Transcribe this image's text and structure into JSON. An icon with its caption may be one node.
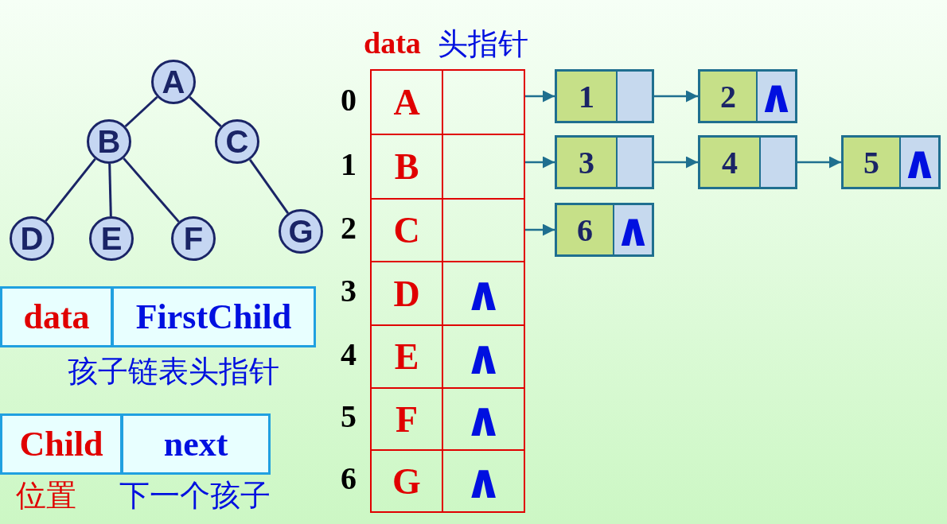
{
  "diagram": {
    "nodes": [
      {
        "text": [
          "A"
        ]
      },
      {
        "text": [
          "B"
        ]
      },
      {
        "text": [
          "C"
        ]
      },
      {
        "text": [
          "D"
        ]
      },
      {
        "text": [
          "E"
        ]
      },
      {
        "text": [
          "F"
        ]
      },
      {
        "text": [
          "G"
        ]
      },
      {
        "text": [
          "A"
        ]
      },
      {
        "text": [
          "B"
        ]
      },
      {
        "text": [
          "C"
        ]
      },
      {
        "text": [
          "D"
        ]
      },
      {
        "text": [
          "E"
        ]
      },
      {
        "text": [
          "F"
        ]
      },
      {
        "text": [
          "G"
        ]
      },
      {
        "text": [],
        "shape": "box"
      },
      {
        "text": [],
        "shape": "box"
      },
      {
        "text": [],
        "shape": "box"
      },
      {
        "text": [
          "∧"
        ]
      },
      {
        "text": [
          "∧"
        ]
      },
      {
        "text": [
          "∧"
        ]
      },
      {
        "text": [
          "∧"
        ]
      },
      {
        "text": [
          "1"
        ]
      },
      {
        "text": [
          "2",
          "∧"
        ]
      },
      {
        "text": [
          "3"
        ]
      },
      {
        "text": [
          "4"
        ]
      },
      {
        "text": [
          "5",
          "∧"
        ]
      },
      {
        "text": [
          "6",
          "∧"
        ]
      },
      {
        "text": [
          "data"
        ]
      },
      {
        "text": [
          "FirstChild"
        ],
        "beside": [
          "孩子链表头指针"
        ]
      },
      {
        "text": [
          "Child"
        ],
        "beside": [
          "位置"
        ]
      },
      {
        "text": [
          "next"
        ],
        "beside": [
          "下一个孩子"
        ]
      }
    ],
    "edges": [
      {
        "from": 0,
        "to": 1,
        "arrow": "none"
      },
      {
        "from": 0,
        "to": 2,
        "arrow": "none"
      },
      {
        "from": 1,
        "to": 3,
        "arrow": "none"
      },
      {
        "from": 1,
        "to": 4,
        "arrow": "none"
      },
      {
        "from": 1,
        "to": 5,
        "arrow": "none"
      },
      {
        "from": 2,
        "to": 6,
        "arrow": "none"
      },
      {
        "from": 14,
        "to": 21,
        "arrow": "to"
      },
      {
        "from": 21,
        "to": 22,
        "arrow": "to"
      },
      {
        "from": 15,
        "to": 23,
        "arrow": "to"
      },
      {
        "from": 23,
        "to": 24,
        "arrow": "to"
      },
      {
        "from": 24,
        "to": 25,
        "arrow": "to"
      },
      {
        "from": 16,
        "to": 26,
        "arrow": "to"
      }
    ],
    "labels": [
      "data",
      "头指针",
      "0",
      "1",
      "2",
      "3",
      "4",
      "5",
      "6"
    ]
  }
}
